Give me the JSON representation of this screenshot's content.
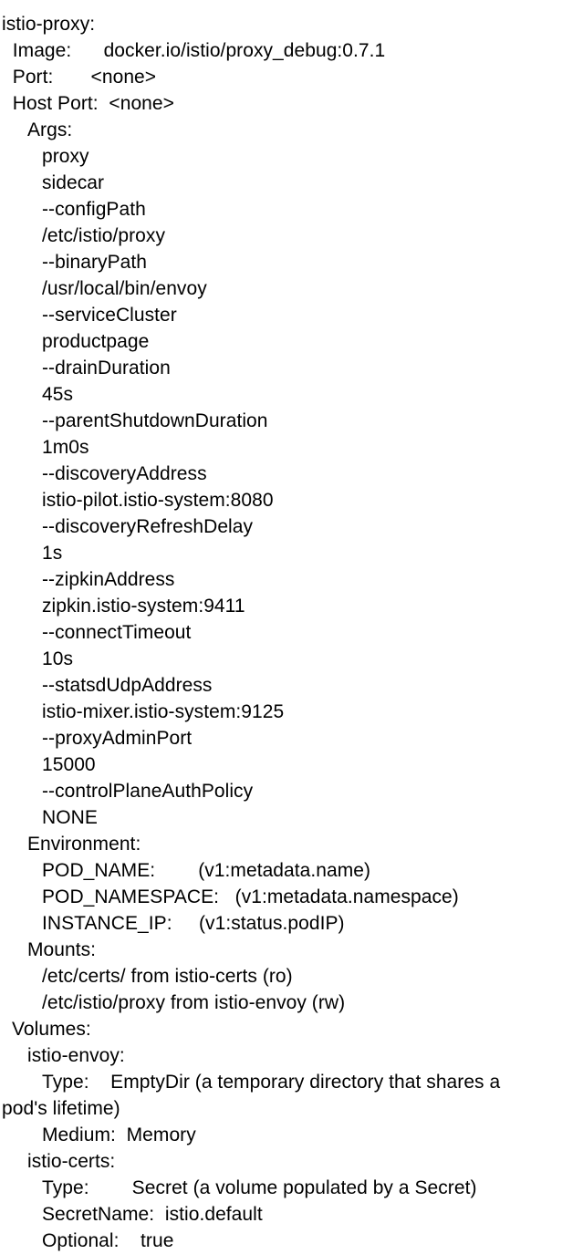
{
  "document": {
    "kind": "kubectl-describe-pod-output",
    "container_name": "istio-proxy:",
    "fields": {
      "image_label": "Image:",
      "image_value": "docker.io/istio/proxy_debug:0.7.1",
      "image_line": "  Image:      docker.io/istio/proxy_debug:0.7.1",
      "port_label": "Port:",
      "port_value": "<none>",
      "port_line": "  Port:       <none>",
      "host_port_label": "Host Port:",
      "host_port_value": "<none>",
      "host_port_line": "  Host Port:  <none>",
      "args_label": "Args:"
    },
    "args": [
      "proxy",
      "sidecar",
      "--configPath",
      "/etc/istio/proxy",
      "--binaryPath",
      "/usr/local/bin/envoy",
      "--serviceCluster",
      "productpage",
      "--drainDuration",
      "45s",
      "--parentShutdownDuration",
      "1m0s",
      "--discoveryAddress",
      "istio-pilot.istio-system:8080",
      "--discoveryRefreshDelay",
      "1s",
      "--zipkinAddress",
      "zipkin.istio-system:9411",
      "--connectTimeout",
      "10s",
      "--statsdUdpAddress",
      "istio-mixer.istio-system:9125",
      "--proxyAdminPort",
      "15000",
      "--controlPlaneAuthPolicy",
      "NONE"
    ],
    "environment": {
      "label": "Environment:",
      "vars": [
        {
          "name": "POD_NAME:",
          "value": "(v1:metadata.name)",
          "line": "POD_NAME:        (v1:metadata.name)"
        },
        {
          "name": "POD_NAMESPACE:",
          "value": "(v1:metadata.namespace)",
          "line": "POD_NAMESPACE:   (v1:metadata.namespace)"
        },
        {
          "name": "INSTANCE_IP:",
          "value": "(v1:status.podIP)",
          "line": "INSTANCE_IP:     (v1:status.podIP)"
        }
      ]
    },
    "mounts": {
      "label": "Mounts:",
      "entries": [
        "/etc/certs/ from istio-certs (ro)",
        "/etc/istio/proxy from istio-envoy (rw)"
      ]
    },
    "volumes": {
      "label": "Volumes:",
      "items": [
        {
          "name": "istio-envoy:",
          "rows": [
            {
              "label": "Type:",
              "value": "EmptyDir (a temporary directory that shares a",
              "line": "Type:    EmptyDir (a temporary directory that shares a"
            },
            {
              "label": "",
              "value": "pod's lifetime)",
              "line": "pod's lifetime)",
              "continuation": true
            },
            {
              "label": "Medium:",
              "value": "Memory",
              "line": "Medium:  Memory"
            }
          ]
        },
        {
          "name": "istio-certs:",
          "rows": [
            {
              "label": "Type:",
              "value": "Secret (a volume populated by a Secret)",
              "line": "Type:        Secret (a volume populated by a Secret)"
            },
            {
              "label": "SecretName:",
              "value": "istio.default",
              "line": "SecretName:  istio.default"
            },
            {
              "label": "Optional:",
              "value": "true",
              "line": "Optional:    true"
            }
          ]
        }
      ]
    },
    "colors": {
      "background": "#ffffff",
      "text": "#000000"
    }
  }
}
